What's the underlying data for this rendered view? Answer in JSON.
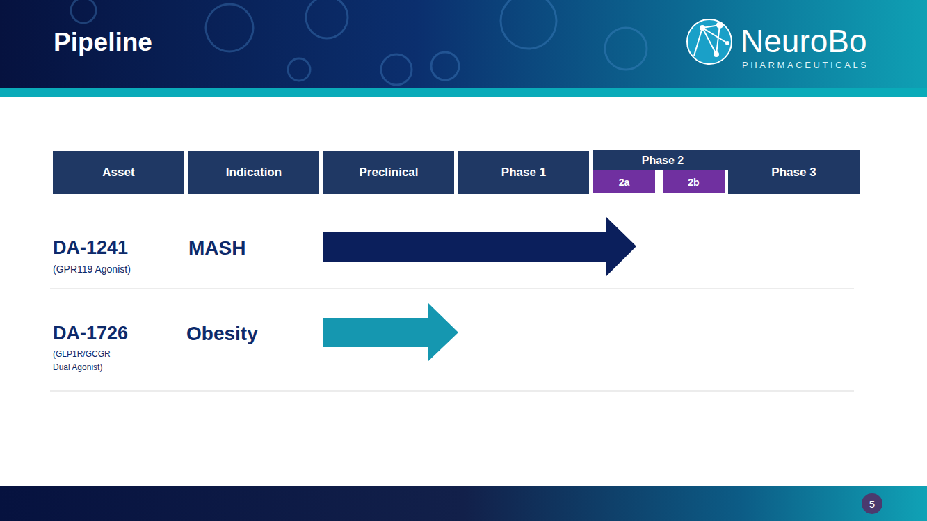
{
  "diagram": {
    "title": "Pipeline",
    "nodes": [
      {
        "text": [
          "Asset"
        ]
      },
      {
        "text": [
          "Indication"
        ]
      },
      {
        "text": [
          "Preclinical"
        ]
      },
      {
        "text": [
          "Phase 1"
        ]
      },
      {
        "text": [
          "Phase 2"
        ]
      },
      {
        "text": [
          "2a"
        ],
        "in": 4
      },
      {
        "text": [
          "2b"
        ],
        "in": 4
      },
      {
        "text": [
          "Phase 3"
        ]
      },
      {
        "text": [
          "5"
        ]
      }
    ],
    "labels": [
      "NeuroBo",
      "PHARMACEUTICALS",
      "DA-1241",
      "(GPR119 Agonist)",
      "MASH",
      "DA-1726",
      "(GLP1R/GCGR Dual Agonist)",
      "Obesity"
    ]
  }
}
